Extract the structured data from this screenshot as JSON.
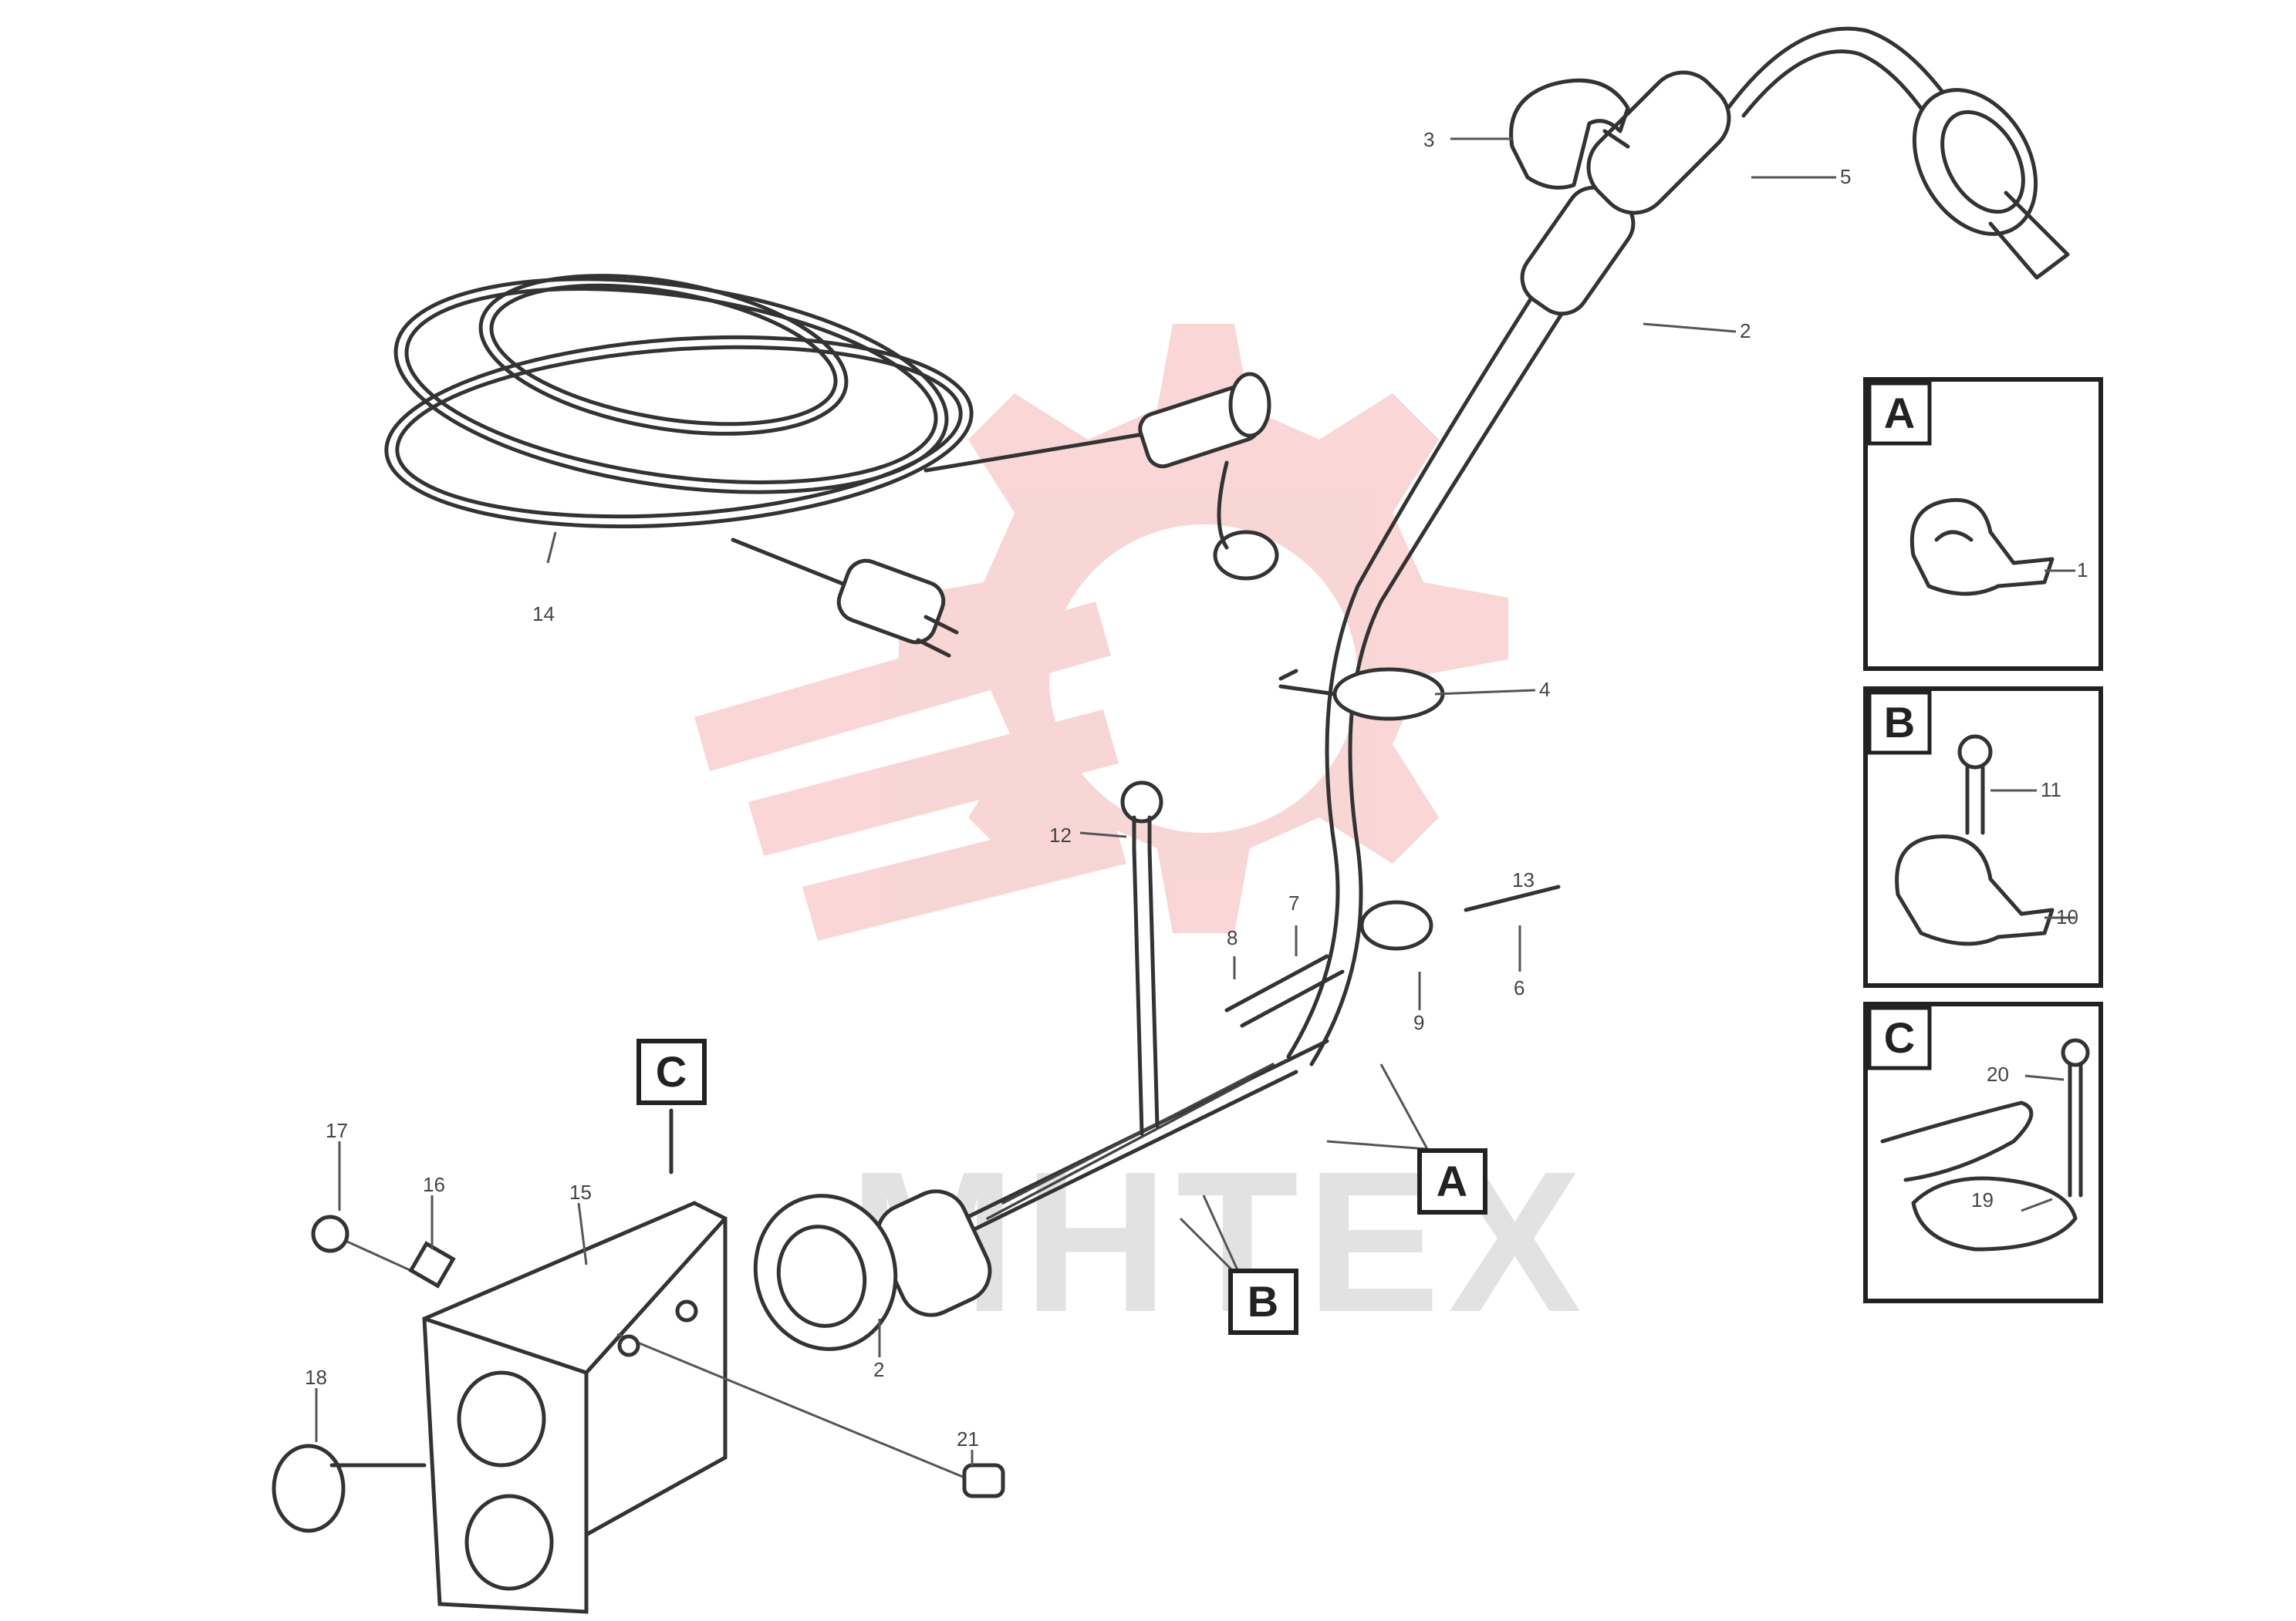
{
  "watermark": {
    "text": "MHTEX",
    "gear_color": "#f5b5b5",
    "text_color": "#cfcfcf"
  },
  "callouts": {
    "n1": "1",
    "n2": "2",
    "n3": "3",
    "n4": "4",
    "n5": "5",
    "n6": "6",
    "n7": "7",
    "n8": "8",
    "n9": "9",
    "n10": "10",
    "n11": "11",
    "n12": "12",
    "n13": "13",
    "n14": "14",
    "n15": "15",
    "n16": "16",
    "n17": "17",
    "n18": "18",
    "n19": "19",
    "n20": "20",
    "n21": "21"
  },
  "section_labels": {
    "A": "A",
    "B": "B",
    "C": "C"
  },
  "detail_views": [
    {
      "label": "A",
      "parts": [
        "1"
      ]
    },
    {
      "label": "B",
      "parts": [
        "11",
        "10"
      ]
    },
    {
      "label": "C",
      "parts": [
        "20",
        "19"
      ]
    }
  ],
  "footer": {
    "note_line1": "",
    "note_line2": "",
    "reference": ""
  }
}
